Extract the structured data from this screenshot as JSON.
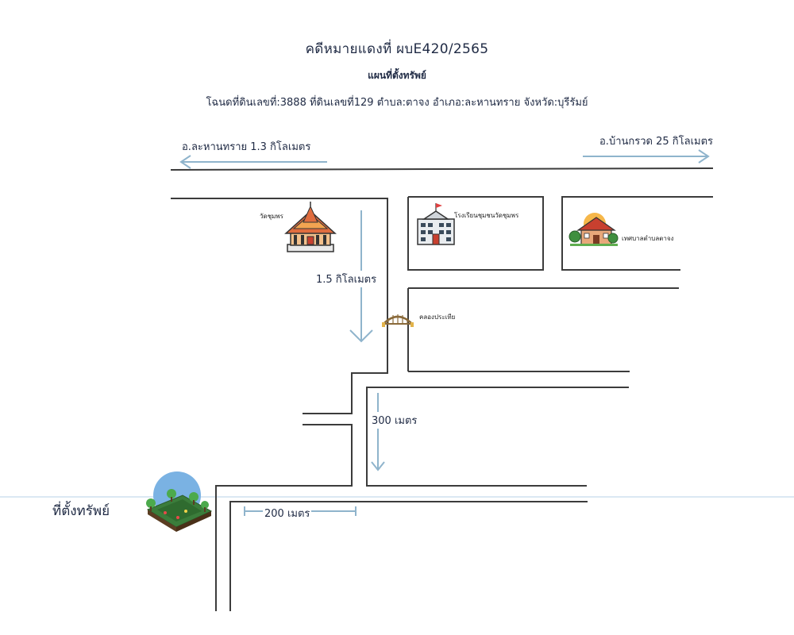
{
  "header": {
    "case_title": "คดีหมายแดงที่ ผบE420/2565",
    "subtitle": "แผนที่ตั้งทรัพย์",
    "deed_line": "โฉนดที่ดินเลขที่:3888 ที่ดินเลขที่129 ตำบล:ตาจง อำเภอ:ละหานทราย จังหวัด:บุรีรัมย์"
  },
  "directions": {
    "left": "อ.ละหานทราย 1.3 กิโลเมตร",
    "right": "อ.บ้านกรวด 25 กิโลเมตร"
  },
  "landmarks": {
    "temple": "วัดชุมพร",
    "school": "โรงเรียนชุมชนวัดชุมพร",
    "municipality": "เทศบาลตำบลตาจง",
    "canal": "คลองประเทีย"
  },
  "distances": {
    "d1": "1.5 กิโลเมตร",
    "d2": "300 เมตร",
    "d3": "200 เมตร"
  },
  "property_label": "ที่ตั้งทรัพย์",
  "colors": {
    "road": "#3c3c3c",
    "arrow": "#8fb4cc",
    "text": "#1f2a44",
    "sky": "#7ab2e3"
  }
}
